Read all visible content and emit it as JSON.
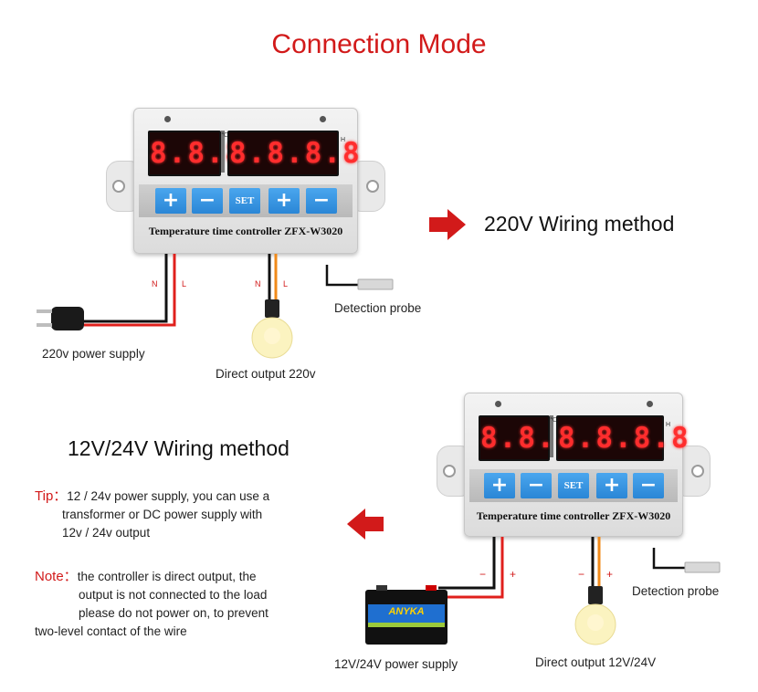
{
  "title": "Connection Mode",
  "section1": {
    "heading": "220V Wiring method",
    "power_caption": "220v power supply",
    "output_caption": "Direct output 220v",
    "probe_caption": "Detection probe",
    "wire_labels": {
      "n1": "N",
      "l1": "L",
      "n2": "N",
      "l2": "L"
    }
  },
  "section2": {
    "heading": "12V/24V Wiring method",
    "tip_label": "Tip：",
    "tip_lines": [
      "12 / 24v power supply, you can use a",
      "transformer or DC power supply with",
      "12v / 24v output"
    ],
    "note_label": "Note：",
    "note_lines": [
      "the controller is direct output, the",
      "output is not connected to the load",
      "please do not power on, to prevent",
      "two-level contact of the wire"
    ],
    "power_caption": "12V/24V power supply",
    "output_caption": "Direct output 12V/24V",
    "probe_caption": "Detection probe",
    "battery_brand": "ANYKA",
    "wire_labels": {
      "m1": "−",
      "p1": "+",
      "m2": "−",
      "p2": "+"
    }
  },
  "device": {
    "model": "Temperature time controller ZFX-W3020",
    "display_left": "8.8.8",
    "display_right": "8.8.8.8",
    "unit_left": "℃",
    "unit_right": "H",
    "buttons": [
      "+",
      "−",
      "SET",
      "+",
      "−"
    ]
  },
  "colors": {
    "accent_red": "#d21a1a",
    "button_blue": "#2a86d6",
    "display_red": "#ff2d2d"
  }
}
